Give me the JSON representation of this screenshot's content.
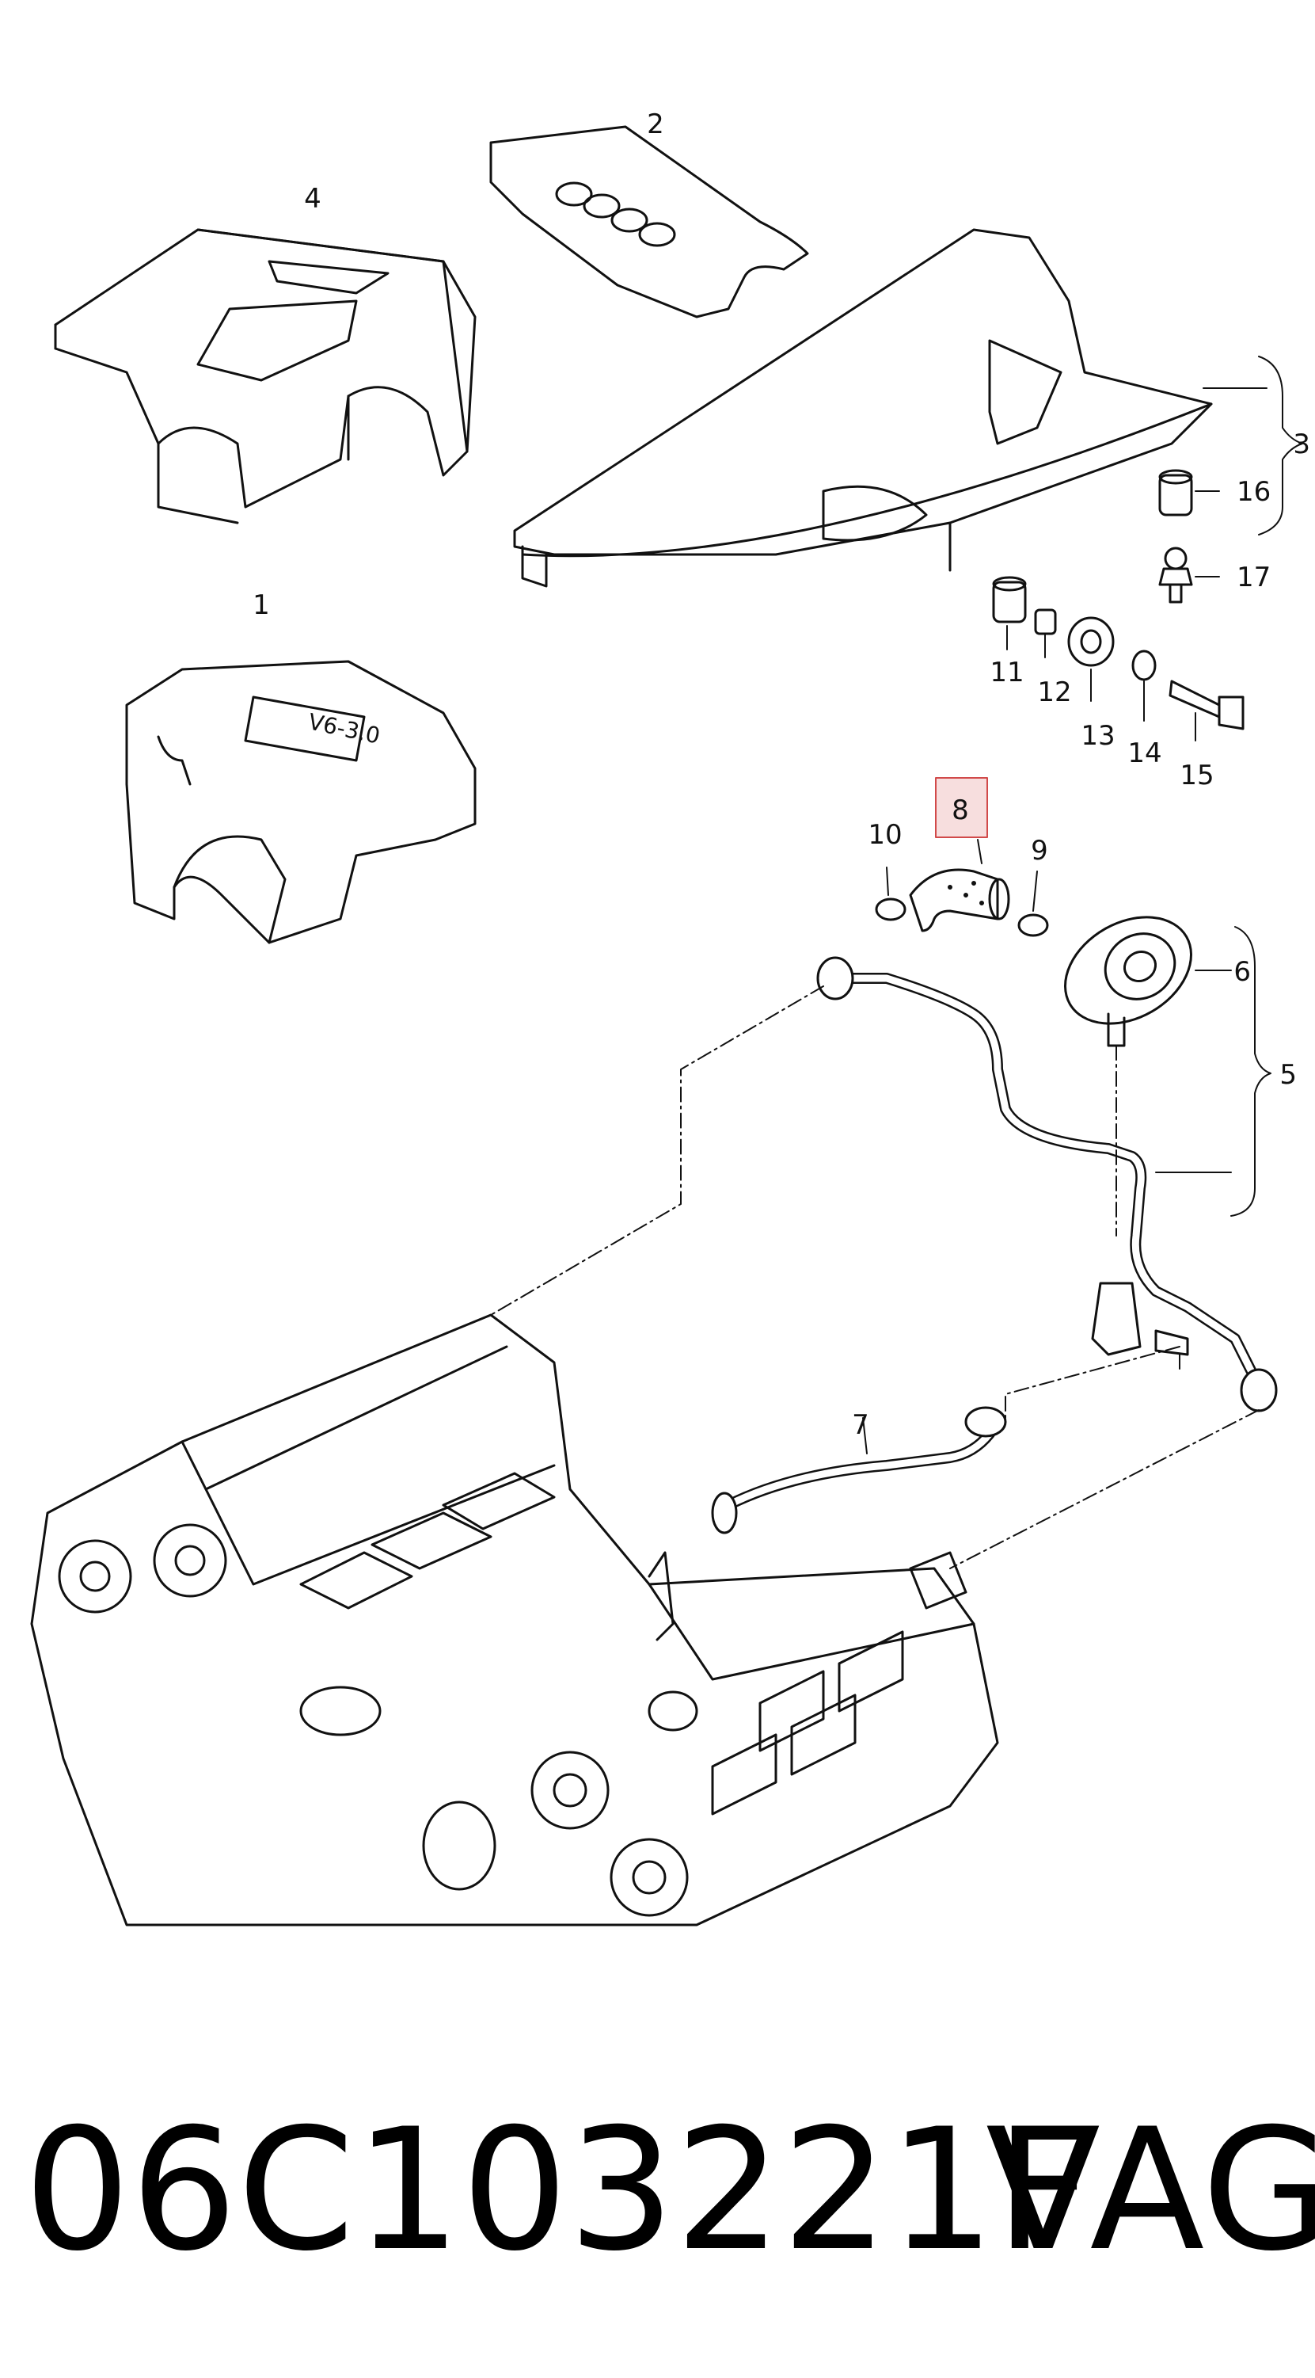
{
  "callouts": [
    {
      "id": "1",
      "label": "1"
    },
    {
      "id": "2",
      "label": "2"
    },
    {
      "id": "3",
      "label": "3"
    },
    {
      "id": "4",
      "label": "4"
    },
    {
      "id": "5",
      "label": "5"
    },
    {
      "id": "6",
      "label": "6"
    },
    {
      "id": "7",
      "label": "7"
    },
    {
      "id": "8",
      "label": "8",
      "highlighted": true
    },
    {
      "id": "9",
      "label": "9"
    },
    {
      "id": "10",
      "label": "10"
    },
    {
      "id": "11",
      "label": "11"
    },
    {
      "id": "12",
      "label": "12"
    },
    {
      "id": "13",
      "label": "13"
    },
    {
      "id": "14",
      "label": "14"
    },
    {
      "id": "15",
      "label": "15"
    },
    {
      "id": "16",
      "label": "16"
    },
    {
      "id": "17",
      "label": "17"
    }
  ],
  "cover_badge": "V6-3.0",
  "footer": {
    "part_number": "06C103221F",
    "brand": "VAG"
  },
  "colors": {
    "line": "#111111",
    "highlight_border": "#d14a4a",
    "highlight_fill": "#f7dede"
  }
}
